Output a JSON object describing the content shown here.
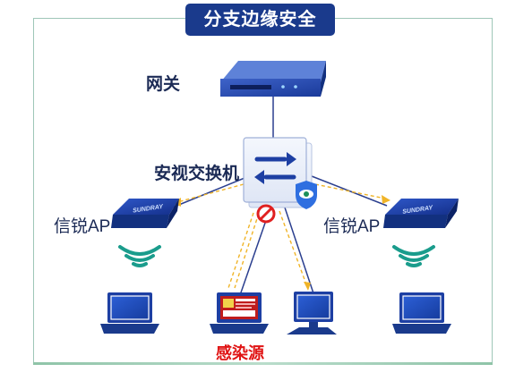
{
  "title": "分支边缘安全",
  "labels": {
    "gateway": "网关",
    "switch": "安视交换机",
    "ap_left": "信锐AP",
    "ap_right": "信锐AP",
    "infection_source": "感染源"
  },
  "devices": {
    "ap_brand": "SUNDRAY"
  },
  "colors": {
    "title_bg": "#1a3a8c",
    "device_blue": "#1d3fa3",
    "link_line": "#2b3f8f",
    "traffic_dashed": "#f0b428",
    "wifi": "#1a9c8c",
    "infection_text": "#e01414",
    "frame": "#9ec6b8"
  },
  "icons": [
    "gateway-icon",
    "switch-icon",
    "eye-shield-icon",
    "block-icon",
    "wifi-icon",
    "laptop-icon",
    "monitor-icon",
    "infected-laptop-icon"
  ]
}
